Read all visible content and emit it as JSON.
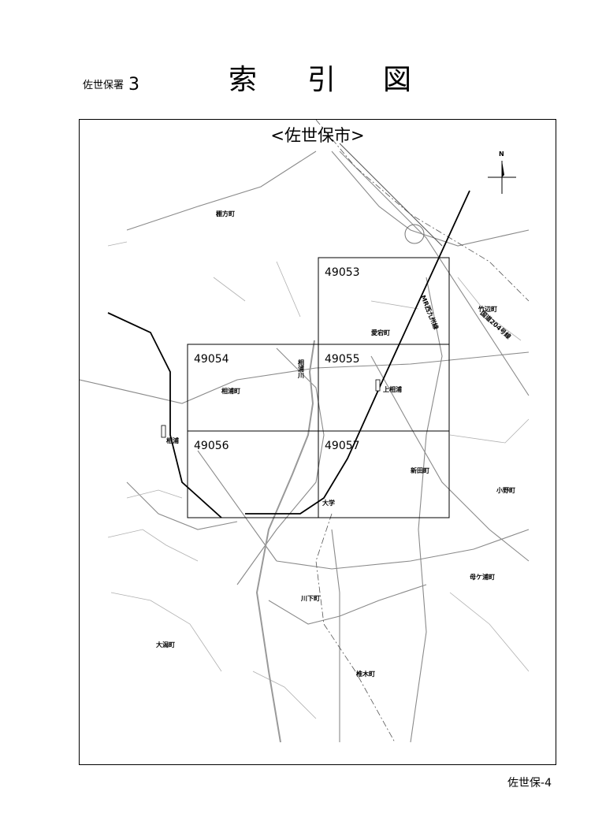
{
  "header": {
    "station": "佐世保署",
    "station_number": "3",
    "title_chars": [
      "索",
      "引",
      "図"
    ]
  },
  "map": {
    "city": "<佐世保市>",
    "north_label": "N",
    "grid_sheets": [
      "49053",
      "49054",
      "49055",
      "49056",
      "49057"
    ],
    "places": {
      "tanagata": "棚方町",
      "aiura": "相浦町",
      "aiura_river": "相浦川",
      "aiura_station": "相浦",
      "atago": "愛宕町",
      "kami_aiura": "上相浦",
      "daigaku": "大学",
      "shinden": "新田町",
      "takebe": "竹辺町",
      "ono": "小野町",
      "hahagaura": "母ケ浦町",
      "kawashimo": "川下町",
      "ose": "大潟町",
      "shiinoki": "椎木町",
      "mr_line": "MR西九州線",
      "road_204": "国道204号線"
    }
  },
  "footer": {
    "page_code": "佐世保-4"
  }
}
